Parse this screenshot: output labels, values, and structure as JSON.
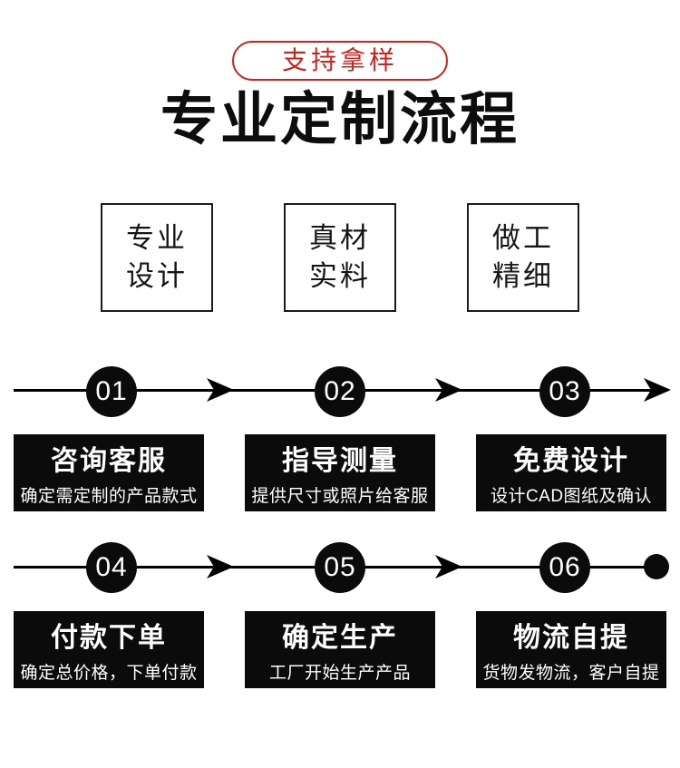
{
  "badge": {
    "label": "支持拿样"
  },
  "title": "专业定制流程",
  "features": [
    {
      "line1": "专业",
      "line2": "设计"
    },
    {
      "line1": "真材",
      "line2": "实料"
    },
    {
      "line1": "做工",
      "line2": "精细"
    }
  ],
  "steps": [
    {
      "number": "01",
      "title": "咨询客服",
      "desc": "确定需定制的产品款式"
    },
    {
      "number": "02",
      "title": "指导测量",
      "desc": "提供尺寸或照片给客服"
    },
    {
      "number": "03",
      "title": "免费设计",
      "desc": "设计CAD图纸及确认"
    },
    {
      "number": "04",
      "title": "付款下单",
      "desc": "确定总价格，下单付款"
    },
    {
      "number": "05",
      "title": "确定生产",
      "desc": "工厂开始生产产品"
    },
    {
      "number": "06",
      "title": "物流自提",
      "desc": "货物发物流，客户自提"
    }
  ],
  "colors": {
    "accent_red": "#d0211a",
    "step_bg": "#0b0b0b",
    "text": "#111111"
  }
}
